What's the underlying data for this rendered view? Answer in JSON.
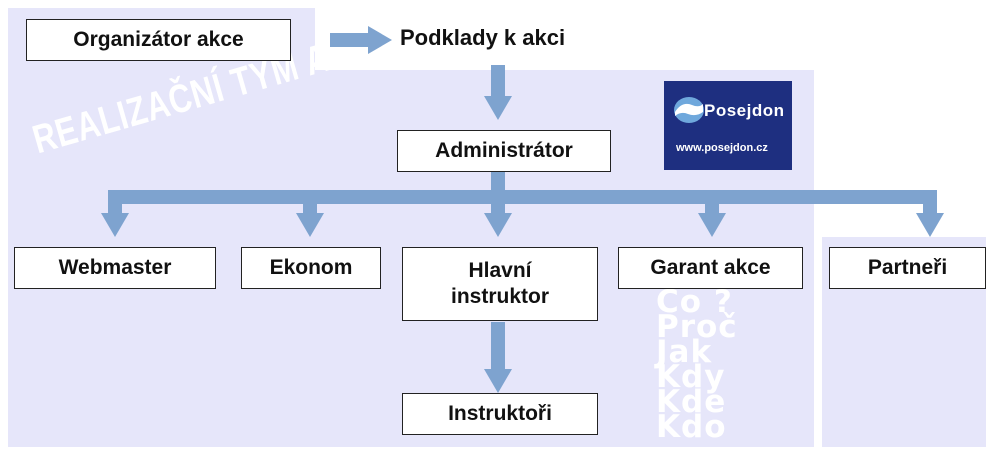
{
  "colors": {
    "panel": "#e6e6fa",
    "arrow": "#7ea3cf",
    "logo_background": "#1e2f80",
    "box_border": "#222222"
  },
  "diagram": {
    "organizer": "Organizátor akce",
    "materials": "Podklady k akci",
    "watermark": "REALIZAČNÍ TÝM AKCE",
    "administrator": "Administrátor",
    "roles": {
      "webmaster": "Webmaster",
      "economist": "Ekonom",
      "head_instructor": "Hlavní instruktor",
      "event_guarantor": "Garant akce",
      "partners": "Partneři"
    },
    "instructors": "Instruktoři",
    "questions": [
      "Co ?",
      "Proč",
      "Jak",
      "Kdy",
      "Kde",
      "Kdo"
    ]
  },
  "logo": {
    "brand": "Posejdon",
    "url": "www.posejdon.cz",
    "icon": "wave-icon"
  }
}
